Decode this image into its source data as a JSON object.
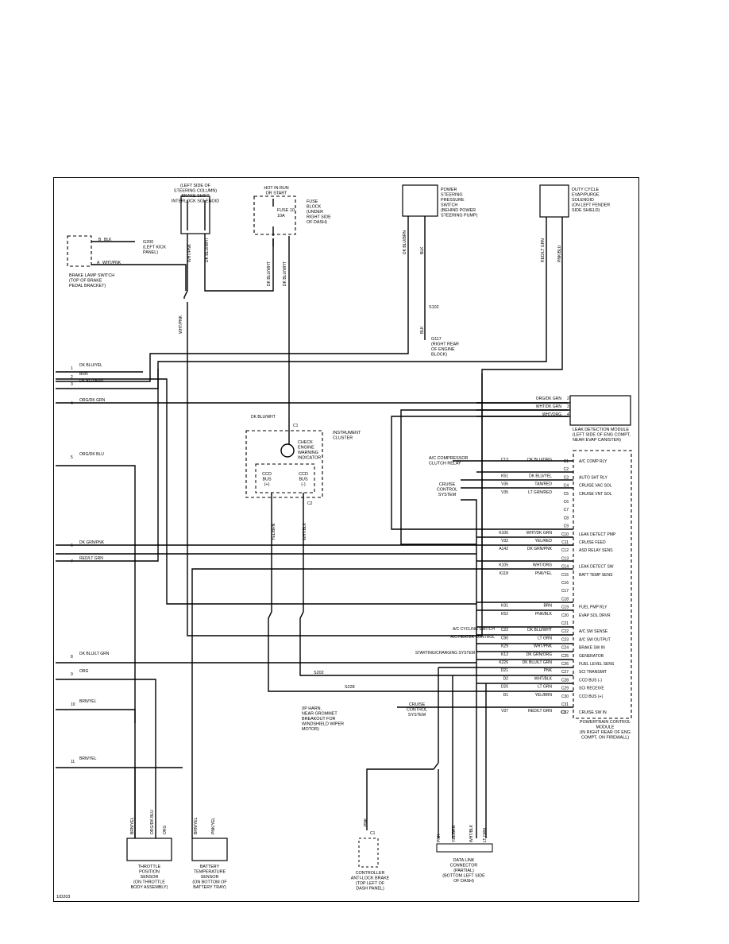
{
  "diagram_id": "1ID203",
  "components": {
    "brake_shift": [
      "(LEFT SIDE OF",
      "STEERING COLUMN)",
      "BRAKE SHIFT",
      "INTERLOCK SOLENOID"
    ],
    "fuse_block": [
      "FUSE",
      "BLOCK",
      "(UNDER",
      "RIGHT SIDE",
      "OF DASH)"
    ],
    "hot_in_run": [
      "HOT IN RUN",
      "OR START"
    ],
    "fuse": [
      "FUSE 10",
      "10A"
    ],
    "ps_switch": [
      "POWER",
      "STEERING",
      "PRESSURE",
      "SWITCH",
      "(BEHIND POWER",
      "STEERING PUMP)"
    ],
    "evap": [
      "DUTY CYCLE",
      "EVAP/PURGE",
      "SOLENOID",
      "(ON LEFT FENDER",
      "SIDE SHIELD)"
    ],
    "brake_lamp": [
      "BRAKE LAMP SWITCH",
      "(TOP OF BRAKE",
      "PEDAL BRACKET)"
    ],
    "g200": [
      "G200",
      "(LEFT KICK",
      "PANEL)"
    ],
    "g117": [
      "G117",
      "(RIGHT REAR",
      "OF ENGINE",
      "BLOCK)"
    ],
    "s102": "S102",
    "s202": "S202",
    "s228": "S228",
    "leak": [
      "LEAK DETECTION MODULE",
      "(LEFT SIDE OF ENG COMPT,",
      "NEAR EVAP CANISTER)"
    ],
    "cluster": [
      "INSTRUMENT",
      "CLUSTER"
    ],
    "cel": [
      "CHECK",
      "ENGINE",
      "WARNING",
      "INDICATOR"
    ],
    "ccd1": [
      "CCD",
      "BUS",
      "(+)"
    ],
    "ccd2": [
      "CCD",
      "BUS",
      "(-)"
    ],
    "ip_harn": [
      "(IP HARN,",
      "NEAR GROMMET",
      "BREAKOUT FOR",
      "WINDSHIELD WIPER",
      "MOTOR)"
    ],
    "ac_relay": [
      "A/C COMPRESSOR",
      "CLUTCH RELAY"
    ],
    "cruise1": [
      "CRUISE",
      "CONTROL",
      "SYSTEM"
    ],
    "cruise2": [
      "CRUISE",
      "CONTROL",
      "SYSTEM"
    ],
    "pcm": [
      "POWERTRAIN CONTROL",
      "MODULE",
      "(IN RIGHT REAR OF ENG",
      "COMPT, ON FIREWALL)"
    ],
    "tps": [
      "THROTTLE",
      "POSITION",
      "SENSOR",
      "(ON THROTTLE",
      "BODY ASSEMBLY)"
    ],
    "batt_temp": [
      "BATTERY",
      "TEMPERATURE",
      "SENSOR",
      "(ON BOTTOM OF",
      "BATTERY TRAY)"
    ],
    "abs": [
      "CONTROLLER",
      "ANTI-LOCK BRAKE",
      "(TOP LEFT OF",
      "DASH PANEL)"
    ],
    "dlc": [
      "DATA LINK",
      "CONNECTOR",
      "(PARTIAL)",
      "(BOTTOM LEFT SIDE",
      "OF DASH)"
    ]
  },
  "wires_left": [
    {
      "n": "1",
      "label": "DK BLU/YEL"
    },
    {
      "n": "2",
      "label": "BRN"
    },
    {
      "n": "3",
      "label": "DK BLU/BRN"
    },
    {
      "n": "4",
      "label": "ORG/DK GRN"
    },
    {
      "n": "5",
      "label": "ORG/DK BLU"
    },
    {
      "n": "6",
      "label": "DK GRN/PNK"
    },
    {
      "n": "7",
      "label": "RED/LT GRN"
    },
    {
      "n": "8",
      "label": "DK BLU/LT GRN"
    },
    {
      "n": "9",
      "label": "ORG"
    },
    {
      "n": "10",
      "label": "BRN/YEL"
    },
    {
      "n": "11",
      "label": "BRN/YEL"
    }
  ],
  "leak_pins": [
    {
      "wire": "ORG/DK GRN",
      "pin": "2"
    },
    {
      "wire": "WHT/DK GRN",
      "pin": "3"
    },
    {
      "wire": "WHT/ORG",
      "pin": "4"
    }
  ],
  "vertical_labels": {
    "bl_b": "B",
    "bl_blk": "BLK",
    "bl_a": "A",
    "bl_wht": "WHT/PNK",
    "bs1": "WHT/PNK",
    "bs2": "DK BLU/WHT",
    "fuse1": "DK BLU/WHT",
    "fuse2": "DK BLU/WHT",
    "ps1": "DK BLU/BRN",
    "ps2": "BLK",
    "blk2": "BLK",
    "wht_low": "WHT/PNK",
    "ev1": "RED/LT GRN",
    "ev2": "PNK/BLU",
    "dkbluwht": "DK BLU/WHT",
    "c_yel": "YEL/BRN",
    "c_wht": "WHT/BLK",
    "tps1": "BRN/YEL",
    "tps2": "ORG/DK BLU",
    "tps3": "ORG",
    "bt1": "BRN/YEL",
    "bt2": "PNK/YEL",
    "abs": "PNK",
    "dlc1": "PNK",
    "dlc2": "YEL/BRN",
    "dlc3": "WHT/BLK",
    "dlc4": "LT GRN"
  },
  "pcm_pins": [
    {
      "c": "C1",
      "circ": "C13",
      "wire": "DK BLU/ORG",
      "fn": "A/C COMP RLY"
    },
    {
      "c": "C2",
      "circ": "",
      "wire": "",
      "fn": ""
    },
    {
      "c": "C3",
      "circ": "K51",
      "wire": "DK BLU/YEL",
      "fn": "AUTO SHT RLY"
    },
    {
      "c": "C4",
      "circ": "V36",
      "wire": "TAN/RED",
      "fn": "CRUISE VAC SOL"
    },
    {
      "c": "C5",
      "circ": "V35",
      "wire": "LT GRN/RED",
      "fn": "CRUISE VNT SOL"
    },
    {
      "c": "C6",
      "circ": "",
      "wire": "",
      "fn": ""
    },
    {
      "c": "C7",
      "circ": "",
      "wire": "",
      "fn": ""
    },
    {
      "c": "C8",
      "circ": "",
      "wire": "",
      "fn": ""
    },
    {
      "c": "C9",
      "circ": "",
      "wire": "",
      "fn": ""
    },
    {
      "c": "C10",
      "circ": "K106",
      "wire": "WHT/DK GRN",
      "fn": "LEAK DETECT PMP"
    },
    {
      "c": "C11",
      "circ": "V32",
      "wire": "YEL/RED",
      "fn": "CRUISE FEED"
    },
    {
      "c": "C12",
      "circ": "A142",
      "wire": "DK GRN/PNK",
      "fn": "ASD RELAY SENS"
    },
    {
      "c": "C13",
      "circ": "",
      "wire": "",
      "fn": ""
    },
    {
      "c": "C14",
      "circ": "K105",
      "wire": "WHT/ORG",
      "fn": "LEAK DETECT SW"
    },
    {
      "c": "C15",
      "circ": "K118",
      "wire": "PNK/YEL",
      "fn": "BATT TEMP SENS"
    },
    {
      "c": "C16",
      "circ": "",
      "wire": "",
      "fn": ""
    },
    {
      "c": "C17",
      "circ": "",
      "wire": "",
      "fn": ""
    },
    {
      "c": "C18",
      "circ": "",
      "wire": "",
      "fn": ""
    },
    {
      "c": "C19",
      "circ": "K31",
      "wire": "BRN",
      "fn": "FUEL PMP RLY"
    },
    {
      "c": "C20",
      "circ": "K52",
      "wire": "PNK/BLK",
      "fn": "EVAP SOL DRVR"
    },
    {
      "c": "C21",
      "circ": "",
      "wire": "",
      "fn": ""
    },
    {
      "c": "C22",
      "circ": "C22",
      "wire": "DK BLU/WHT",
      "fn": "A/C SW SENSE"
    },
    {
      "c": "C23",
      "circ": "C90",
      "wire": "LT GRN",
      "fn": "A/C SW OUTPUT"
    },
    {
      "c": "C24",
      "circ": "K29",
      "wire": "WHT/PNK",
      "fn": "BRAKE SW IN"
    },
    {
      "c": "C25",
      "circ": "K12",
      "wire": "DK GRN/ORG",
      "fn": "GENERATOR"
    },
    {
      "c": "C26",
      "circ": "K226",
      "wire": "DK BLU/LT GRN",
      "fn": "FUEL LEVEL SENS"
    },
    {
      "c": "C27",
      "circ": "D21",
      "wire": "PNK",
      "fn": "SCI TRANSMIT"
    },
    {
      "c": "C28",
      "circ": "D2",
      "wire": "WHT/BLK",
      "fn": "CCD BUS (-)"
    },
    {
      "c": "C29",
      "circ": "D20",
      "wire": "LT GRN",
      "fn": "SCI RECEIVE"
    },
    {
      "c": "C30",
      "circ": "D1",
      "wire": "YEL/BRN",
      "fn": "CCD BUS (+)"
    },
    {
      "c": "C31",
      "circ": "",
      "wire": "",
      "fn": ""
    },
    {
      "c": "C32",
      "circ": "V37",
      "wire": "RED/LT GRN",
      "fn": "CRUISE SW IN"
    }
  ],
  "pcm_left_labels": [
    {
      "key": "ac_cycling",
      "text": "A/C CYCLING SWITCH"
    },
    {
      "key": "ac_heater",
      "text": "A/C-HEATER CONTROL"
    },
    {
      "key": "starting",
      "text": "STARTING/CHARGING SYSTEM"
    }
  ],
  "connector_c3": "C3",
  "c1": "C1",
  "c2": "C2",
  "c3c": "C1"
}
